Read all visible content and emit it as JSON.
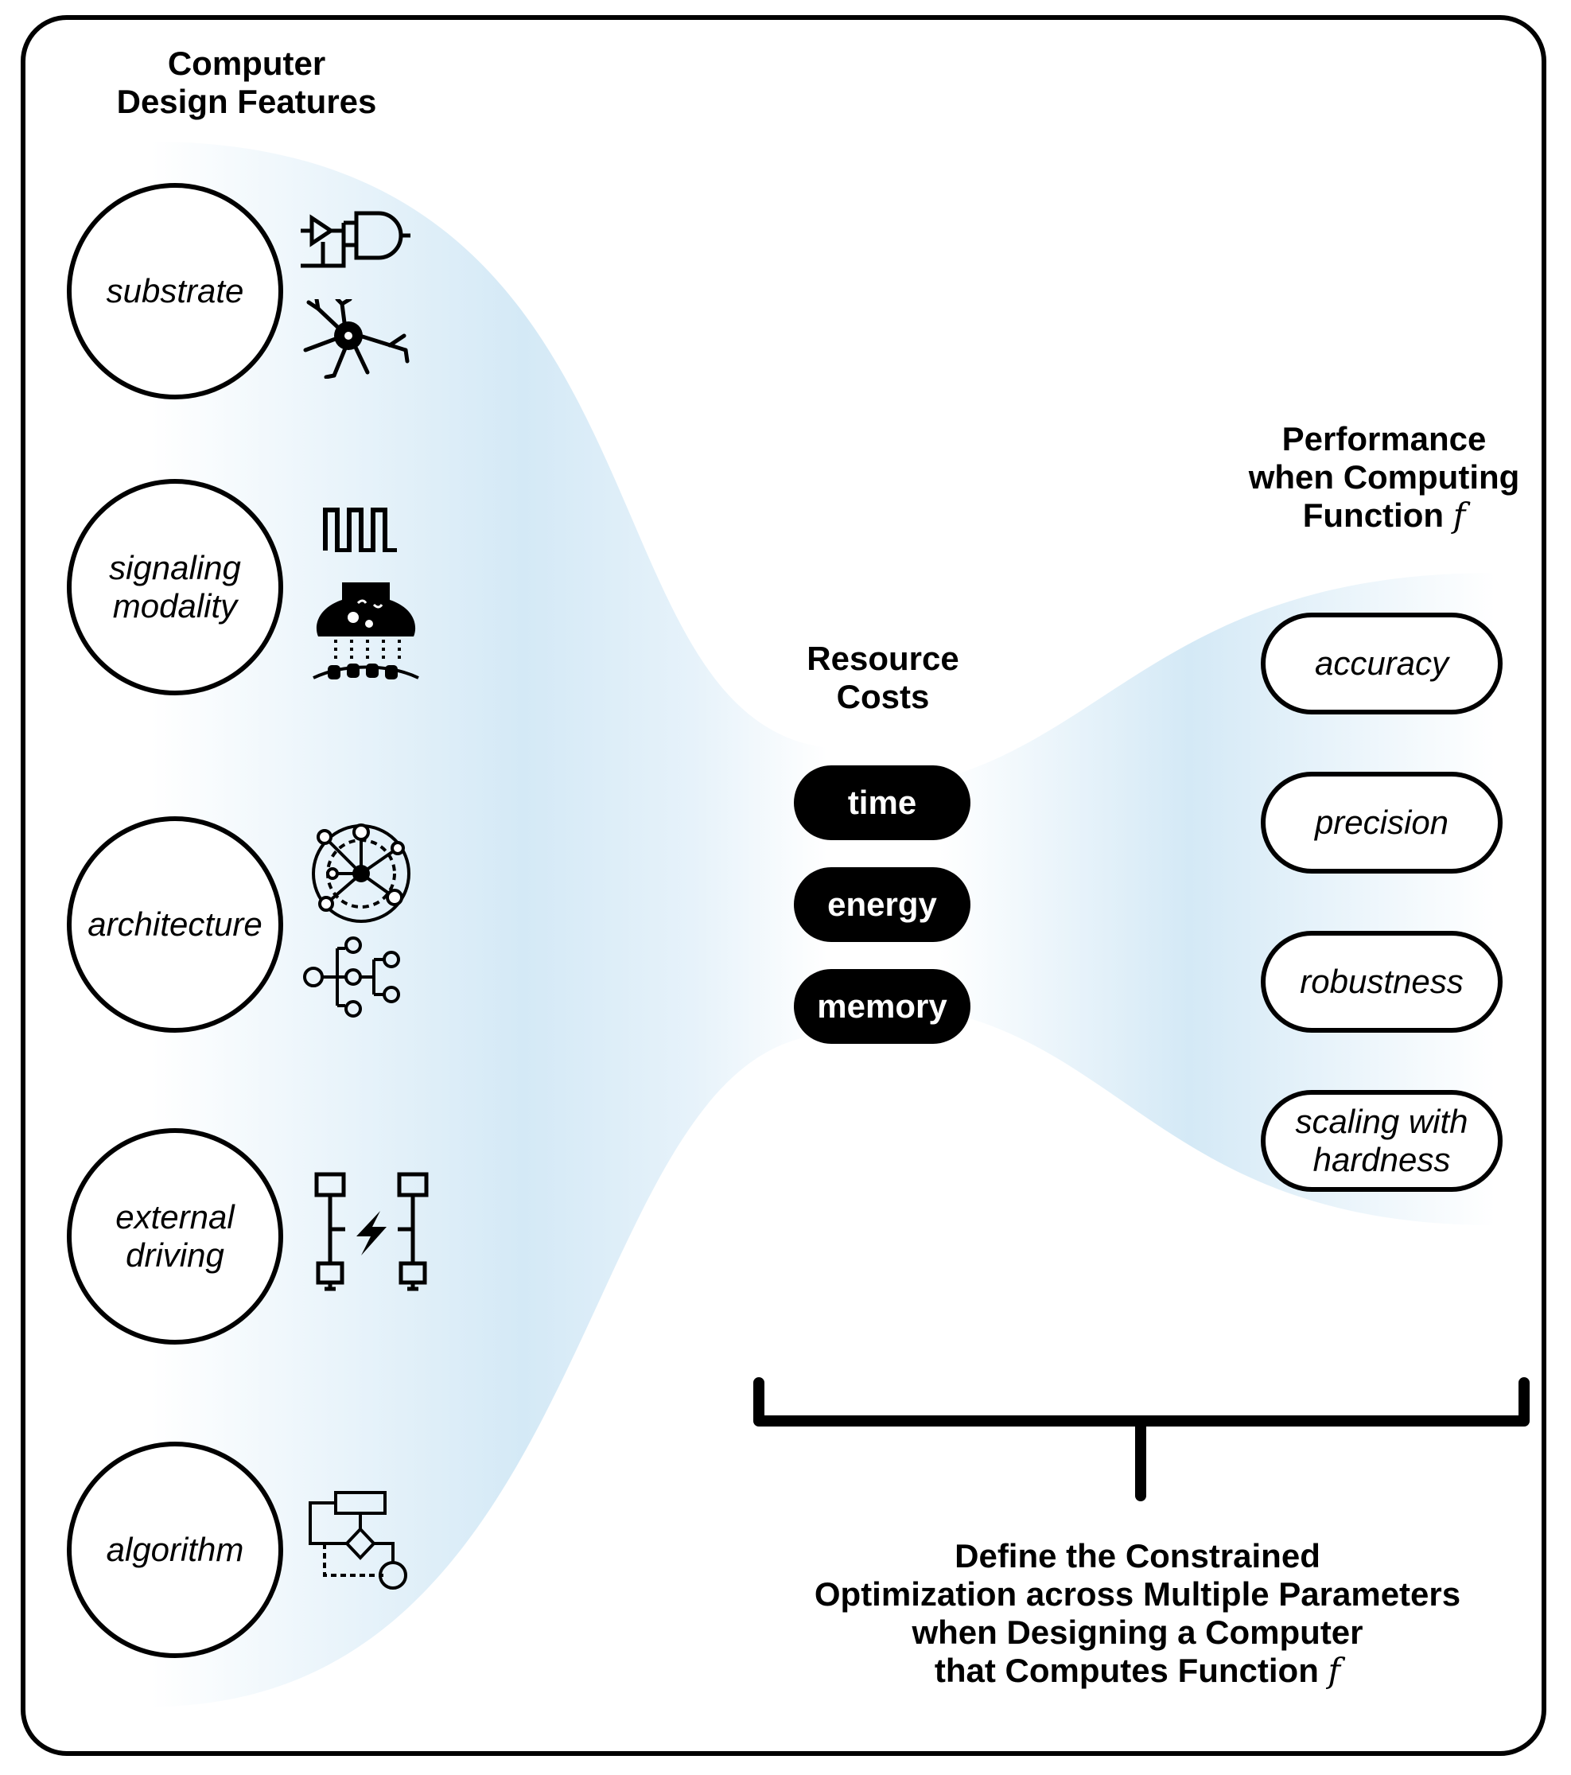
{
  "headings": {
    "design_features": "Computer\nDesign Features",
    "resource_costs": "Resource\nCosts",
    "performance_line1": "Performance",
    "performance_line2": "when Computing",
    "performance_line3": "Function",
    "function_symbol": "f",
    "bottom_line1": "Define the Constrained",
    "bottom_line2": "Optimization across Multiple Parameters",
    "bottom_line3": "when Designing a Computer",
    "bottom_line4": "that Computes Function"
  },
  "design_features": [
    {
      "label": "substrate",
      "icons": [
        "logic-gate-icon",
        "neuron-icon"
      ]
    },
    {
      "label": "signaling\nmodality",
      "icons": [
        "square-wave-icon",
        "synapse-icon"
      ]
    },
    {
      "label": "architecture",
      "icons": [
        "network-graph-icon",
        "tree-hierarchy-icon"
      ]
    },
    {
      "label": "external\ndriving",
      "icons": [
        "distributed-power-icon"
      ]
    },
    {
      "label": "algorithm",
      "icons": [
        "flowchart-icon"
      ]
    }
  ],
  "resource_costs": [
    "time",
    "energy",
    "memory"
  ],
  "performance_metrics": [
    "accuracy",
    "precision",
    "robustness",
    "scaling with\nhardness"
  ],
  "colors": {
    "funnel_blue": "#d4e9f6",
    "frame": "#000000",
    "pill_dark": "#000000"
  }
}
